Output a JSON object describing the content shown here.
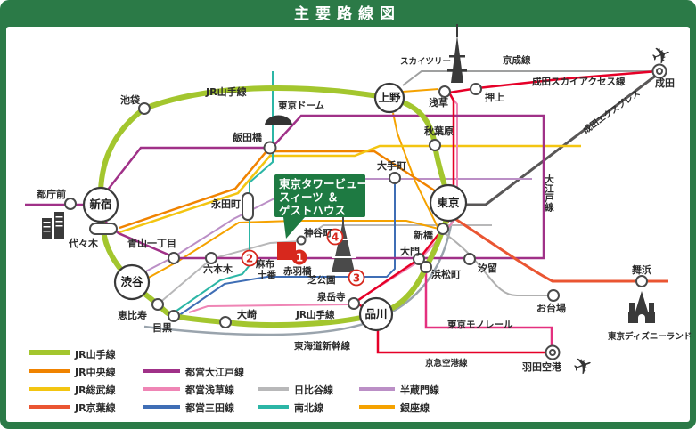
{
  "title": "主要路線図",
  "stations": {
    "ikebukuro": "池袋",
    "ueno": "上野",
    "asakusa": "浅草",
    "oshiage": "押上",
    "akihabara": "秋葉原",
    "tokyo": "東京",
    "otemachi": "大手町",
    "iidabashi": "飯田橋",
    "shinjuku": "新宿",
    "tochomae": "都庁前",
    "yoyogi": "代々木",
    "nagatacho": "永田町",
    "aoyama_itchome": "青山一丁目",
    "shibuya": "渋谷",
    "roppongi": "六本木",
    "azabu_juban_line1": "麻布",
    "azabu_juban_line2": "十番",
    "kamiyacho": "神谷町",
    "akabanebashi": "赤羽橋",
    "shibakoen": "芝公園",
    "sengakuji": "泉岳寺",
    "shinagawa": "品川",
    "osaki": "大崎",
    "meguro": "目黒",
    "ebisu": "恵比寿",
    "shimbashi": "新橋",
    "daimon": "大門",
    "hamamatsucho": "浜松町",
    "shiodome": "汐留",
    "maihama": "舞浜",
    "odaiba": "お台場",
    "haneda": "羽田空港",
    "narita": "成田"
  },
  "line_labels": {
    "yamanote_top": "JR山手線",
    "yamanote_bottom": "JR山手線",
    "keisei": "京成線",
    "sky_access": "成田スカイアクセス線",
    "narita_express": "成田エクスプレス",
    "shinkansen": "東海道新幹線",
    "oedo": "大江戸線",
    "monorail": "東京モノレール",
    "keikyu_airport": "京急空港線"
  },
  "landmarks": {
    "skytree": "スカイツリー",
    "tokyo_dome": "東京ドーム",
    "disneyland": "東京ディズニーランド"
  },
  "callout": {
    "line1": "東京タワービュー",
    "line2": "スィーツ ＆",
    "line3": "ゲストハウス"
  },
  "markers": {
    "one": "1",
    "two": "2",
    "three": "3",
    "four": "4"
  },
  "icons": {
    "airplane": "✈"
  },
  "colors": {
    "frame_green": "#2b7a47",
    "callout_green": "#1e7a42",
    "marker_red": "#d7281d",
    "red_line": "#e60028",
    "monorail_pink": "#e4307f",
    "yamanote": "#a3c62e",
    "chuo": "#f08300",
    "sobu": "#f3c511",
    "keiyo": "#ea5532",
    "oedo": "#a03188",
    "asakusa_line": "#ef85b5",
    "mita": "#3f6eb5",
    "hibiya": "#b8b8b9",
    "namboku": "#2cb6a6",
    "hanzomon": "#bb8fc6",
    "ginza": "#f5a200",
    "keisei": "#9fa0a0",
    "narita_express": "#595757",
    "shinkansen": "#9aa4ad",
    "yurikamome": "#b0b0b0"
  },
  "legend": {
    "items": [
      {
        "label": "JR山手線",
        "color": "#a3c62e"
      },
      {
        "label": "JR中央線",
        "color": "#f08300"
      },
      {
        "label": "JR総武線",
        "color": "#f3c511"
      },
      {
        "label": "JR京葉線",
        "color": "#ea5532"
      },
      {
        "label": "都営大江戸線",
        "color": "#a03188"
      },
      {
        "label": "都営浅草線",
        "color": "#ef85b5"
      },
      {
        "label": "都営三田線",
        "color": "#3f6eb5"
      },
      {
        "label": "日比谷線",
        "color": "#b8b8b9"
      },
      {
        "label": "南北線",
        "color": "#2cb6a6"
      },
      {
        "label": "半蔵門線",
        "color": "#bb8fc6"
      },
      {
        "label": "銀座線",
        "color": "#f5a200"
      }
    ]
  }
}
